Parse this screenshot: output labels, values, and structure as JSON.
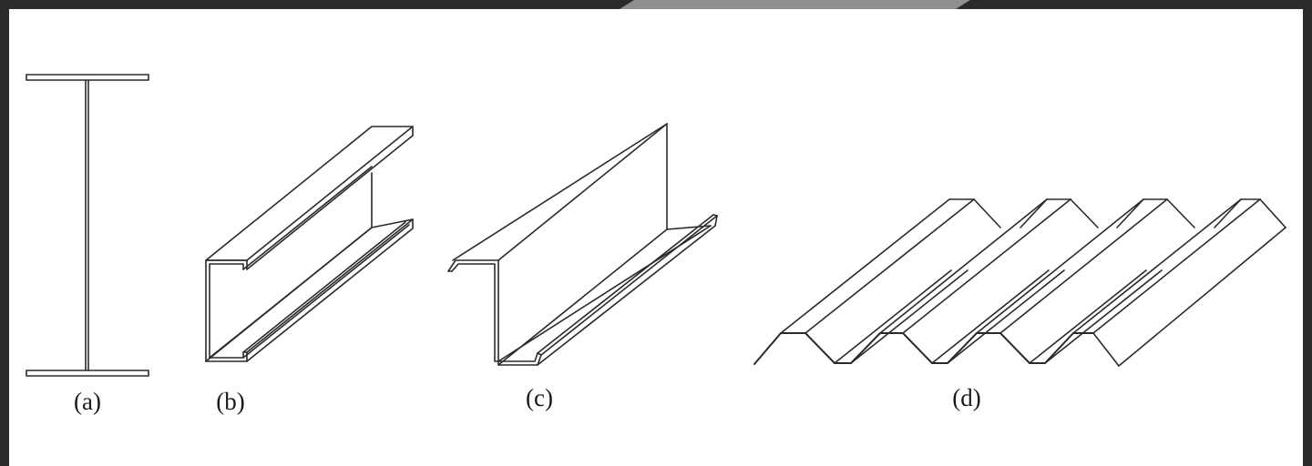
{
  "figure": {
    "panels": [
      {
        "id": "a",
        "caption": "(a)",
        "shape": "i-section"
      },
      {
        "id": "b",
        "caption": "(b)",
        "shape": "lipped-channel-section"
      },
      {
        "id": "c",
        "caption": "(c)",
        "shape": "lipped-z-section"
      },
      {
        "id": "d",
        "caption": "(d)",
        "shape": "trapezoidal-profiled-sheet"
      }
    ],
    "colors": {
      "background": "#ffffff",
      "frame": "#2b2b2b",
      "line": "#2a2a2a"
    }
  }
}
